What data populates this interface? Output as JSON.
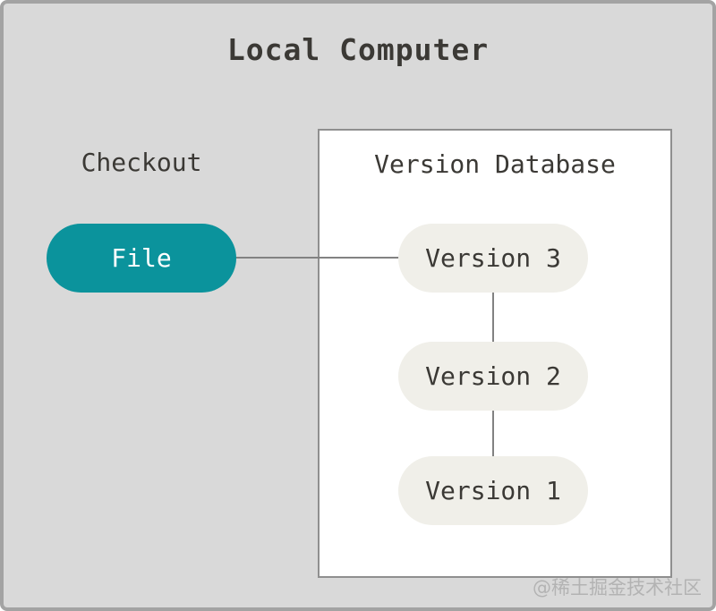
{
  "title": "Local Computer",
  "checkout_label": "Checkout",
  "file_node": {
    "label": "File"
  },
  "version_database": {
    "title": "Version Database",
    "versions": [
      {
        "label": "Version 3"
      },
      {
        "label": "Version 2"
      },
      {
        "label": "Version 1"
      }
    ]
  },
  "watermark": "@稀土掘金技术社区",
  "colors": {
    "bg": "#d9d9d9",
    "frame_border": "#a3a3a3",
    "box_bg": "#ffffff",
    "box_border": "#8f8f8f",
    "teal": "#0b939c",
    "pill_bg": "#f0efe9",
    "text_dark": "#3b3935",
    "line": "#828282",
    "watermark": "#b3b3b3"
  }
}
